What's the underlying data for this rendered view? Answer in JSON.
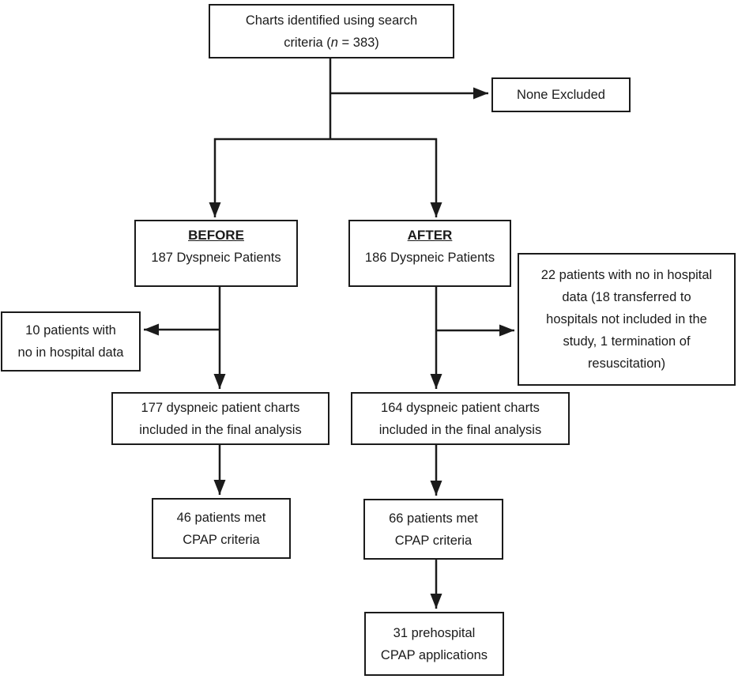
{
  "diagram": {
    "colors": {
      "background": "#ffffff",
      "line": "#1b1b1b",
      "text": "#1b1b1b"
    },
    "nodes": {
      "identified": {
        "line1": "Charts identified using search",
        "line2_prefix": "criteria (",
        "line2_n": "n",
        "line2_suffix": " = 383)"
      },
      "none_excluded": {
        "line1": "None Excluded"
      },
      "before": {
        "heading": "BEFORE",
        "line1": "187 Dyspneic Patients"
      },
      "after": {
        "heading": "AFTER",
        "line1": "186 Dyspneic Patients"
      },
      "excluded_before": {
        "line1": "10 patients with",
        "line2": "no in hospital data"
      },
      "excluded_after": {
        "line1": "22 patients with no in hospital",
        "line2": "data (18 transferred to",
        "line3": "hospitals not included in the",
        "line4": "study, 1 termination of",
        "line5": "resuscitation)"
      },
      "final_before": {
        "line1": "177 dyspneic patient charts",
        "line2": "included in the final analysis"
      },
      "final_after": {
        "line1": "164 dyspneic patient charts",
        "line2": "included in the final analysis"
      },
      "cpap_before": {
        "line1": "46 patients met",
        "line2": "CPAP criteria"
      },
      "cpap_after": {
        "line1": "66 patients met",
        "line2": "CPAP criteria"
      },
      "applications": {
        "line1": "31 prehospital",
        "line2": "CPAP applications"
      }
    }
  }
}
